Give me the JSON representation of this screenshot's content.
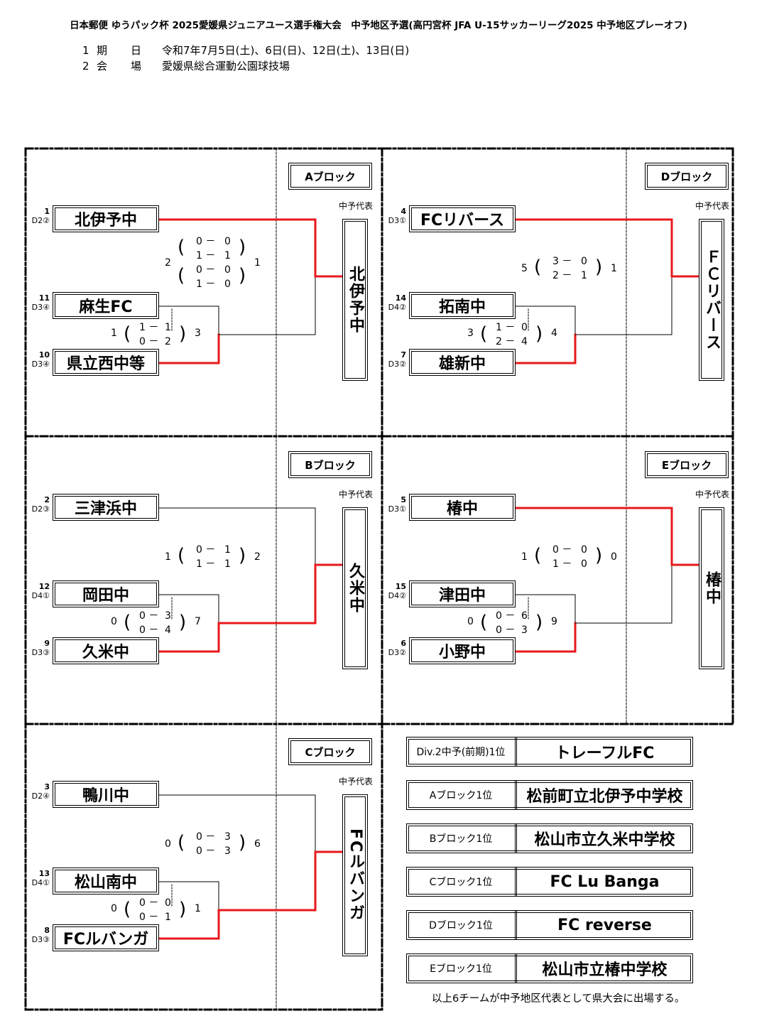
{
  "title": "日本郵便 ゆうパック杯 2025愛媛県ジュニアユース選手権大会　中予地区予選(高円宮杯 JFA U-15サッカーリーグ2025 中予地区プレーオフ)",
  "info": [
    {
      "num": "1",
      "label": "期　日",
      "value": "令和7年7月5日(土)、6日(日)、12日(土)、13日(日)"
    },
    {
      "num": "2",
      "label": "会　場",
      "value": "愛媛県総合運動公園球技場"
    }
  ],
  "rep_label": "中予代表",
  "blocks": {
    "A": {
      "name": "Aブロック",
      "teams": [
        {
          "seed": "1",
          "div": "D2②",
          "name": "北伊予中"
        },
        {
          "seed": "11",
          "div": "D3④",
          "name": "麻生FC"
        },
        {
          "seed": "10",
          "div": "D3④",
          "name": "県立西中等"
        }
      ],
      "semi": {
        "left": "1",
        "l1": "1 －",
        "r1": "1",
        "l2": "0 －",
        "r2": "2",
        "right": "3"
      },
      "final": {
        "left": "2",
        "rows": [
          [
            "0 －",
            "0"
          ],
          [
            "1 －",
            "1"
          ],
          [
            "0 －",
            "0"
          ],
          [
            "1 －",
            "0"
          ]
        ],
        "right": "1"
      },
      "winner": "北伊予中"
    },
    "B": {
      "name": "Bブロック",
      "teams": [
        {
          "seed": "2",
          "div": "D2③",
          "name": "三津浜中"
        },
        {
          "seed": "12",
          "div": "D4①",
          "name": "岡田中"
        },
        {
          "seed": "9",
          "div": "D3③",
          "name": "久米中"
        }
      ],
      "semi": {
        "left": "0",
        "l1": "0 －",
        "r1": "3",
        "l2": "0 －",
        "r2": "4",
        "right": "7"
      },
      "final": {
        "left": "1",
        "rows": [
          [
            "0 －",
            "1"
          ],
          [
            "1 －",
            "1"
          ]
        ],
        "right": "2"
      },
      "winner": "久米中"
    },
    "C": {
      "name": "Cブロック",
      "teams": [
        {
          "seed": "3",
          "div": "D2④",
          "name": "鴨川中"
        },
        {
          "seed": "13",
          "div": "D4①",
          "name": "松山南中"
        },
        {
          "seed": "8",
          "div": "D3③",
          "name": "FCルバンガ"
        }
      ],
      "semi": {
        "left": "0",
        "l1": "0 －",
        "r1": "0",
        "l2": "0 －",
        "r2": "1",
        "right": "1"
      },
      "final": {
        "left": "0",
        "rows": [
          [
            "0 －",
            "3"
          ],
          [
            "0 －",
            "3"
          ]
        ],
        "right": "6"
      },
      "winner": "FCルバンガ"
    },
    "D": {
      "name": "Dブロック",
      "teams": [
        {
          "seed": "4",
          "div": "D3①",
          "name": "FCリバース"
        },
        {
          "seed": "14",
          "div": "D4②",
          "name": "拓南中"
        },
        {
          "seed": "7",
          "div": "D3②",
          "name": "雄新中"
        }
      ],
      "semi": {
        "left": "3",
        "l1": "1 －",
        "r1": "0",
        "l2": "2 －",
        "r2": "4",
        "right": "4"
      },
      "final": {
        "left": "5",
        "rows": [
          [
            "3 －",
            "0"
          ],
          [
            "2 －",
            "1"
          ]
        ],
        "right": "1"
      },
      "winner": "ＦＣリバース"
    },
    "E": {
      "name": "Eブロック",
      "teams": [
        {
          "seed": "5",
          "div": "D3①",
          "name": "椿中"
        },
        {
          "seed": "15",
          "div": "D4②",
          "name": "津田中"
        },
        {
          "seed": "6",
          "div": "D3②",
          "name": "小野中"
        }
      ],
      "semi": {
        "left": "0",
        "l1": "0 －",
        "r1": "6",
        "l2": "0 －",
        "r2": "3",
        "right": "9"
      },
      "final": {
        "left": "1",
        "rows": [
          [
            "0 －",
            "0"
          ],
          [
            "1 －",
            "0"
          ]
        ],
        "right": "0"
      },
      "winner": "椿中"
    }
  },
  "results": [
    {
      "label": "Div.2中予(前期)1位",
      "value": "トレーフルFC"
    },
    {
      "label": "Aブロック1位",
      "value": "松前町立北伊予中学校"
    },
    {
      "label": "Bブロック1位",
      "value": "松山市立久米中学校"
    },
    {
      "label": "Cブロック1位",
      "value": "FC Lu Banga"
    },
    {
      "label": "Dブロック1位",
      "value": "FC reverse"
    },
    {
      "label": "Eブロック1位",
      "value": "松山市立椿中学校"
    }
  ],
  "note": "以上6チームが中予地区代表として県大会に出場する。",
  "colors": {
    "winner_line": "#e8191c",
    "line": "#000000"
  }
}
